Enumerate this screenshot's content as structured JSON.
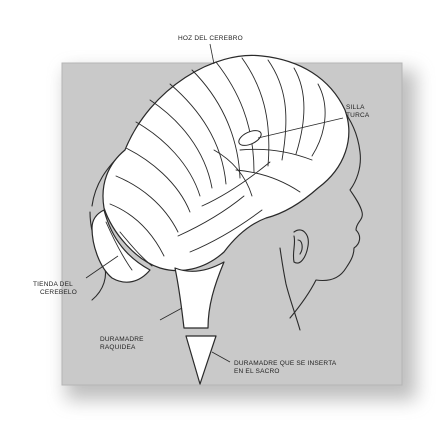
{
  "diagram": {
    "labels": {
      "falx": "HOZ DEL CEREBRO",
      "sella_line1": "SILLA",
      "sella_line2": "TURCA",
      "tentorium_line1": "TIENDA DEL",
      "tentorium_line2": "CEREBELO",
      "spinal_dura_line1": "DURAMADRE",
      "spinal_dura_line2": "RAQUIDEA",
      "sacral_dura_line1": "DURAMADRE QUE SE INSERTA",
      "sacral_dura_line2": "EN EL SACRO"
    },
    "colors": {
      "panel": "#c9c9c9",
      "shadow": "#8a8a8a",
      "membrane": "#ffffff",
      "line": "#2a2a2a"
    }
  }
}
